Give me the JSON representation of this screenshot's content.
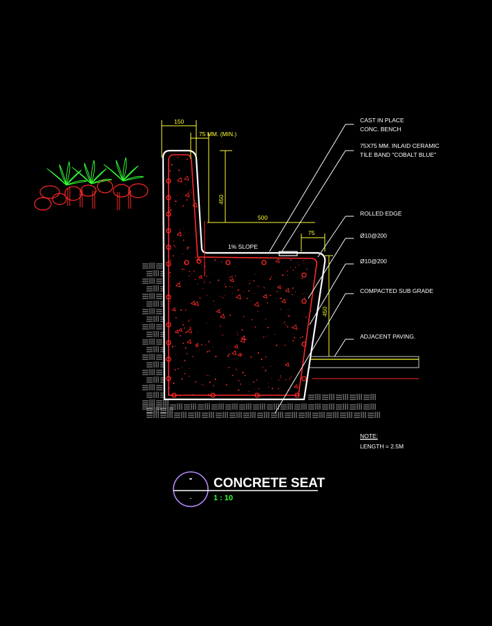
{
  "colors": {
    "background": "#000000",
    "outline": "#ffffff",
    "rebar": "#ff2a2a",
    "dimension": "#ffff33",
    "plant_leaf": "#33ff33",
    "rock": "#ff2a2a",
    "hatch": "#cccccc",
    "title_circle": "#b58cff",
    "scale": "#33ff33"
  },
  "dimensions": {
    "backrest_width": "150",
    "tile_offset": "75 MM. (MIN.)",
    "backrest_height": "450",
    "seat_depth": "500",
    "rolled_edge": "75",
    "seat_height": "450",
    "slope": "1% SLOPE"
  },
  "callouts": {
    "bench_line1": "CAST IN PLACE",
    "bench_line2": "CONC. BENCH",
    "tile_line1": "75X75 MM. INLAID CERAMIC",
    "tile_line2": "TILE BAND \"COBALT BLUE\"",
    "rolled_edge": "ROLLED EDGE",
    "rebar_1": "Ø10@200",
    "rebar_2": "Ø10@200",
    "subgrade": "COMPACTED SUB GRADE",
    "paving": "ADJACENT PAVING."
  },
  "note": {
    "heading": "NOTE:",
    "length": "LENGTH = 2.5M"
  },
  "title": {
    "marker_top": "-",
    "marker_bottom": "-",
    "name": "CONCRETE SEAT",
    "scale": "1 : 10"
  }
}
